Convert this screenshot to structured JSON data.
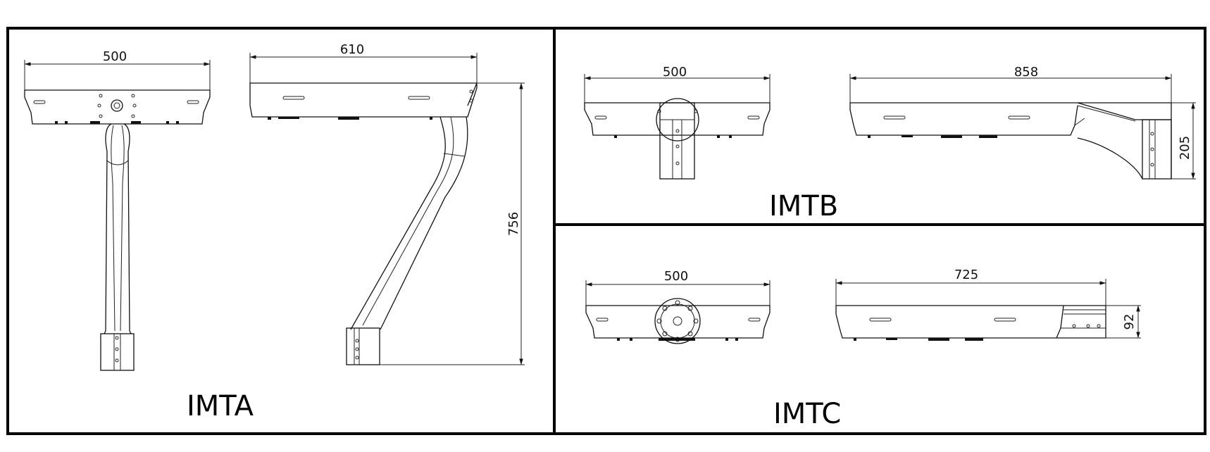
{
  "panels": {
    "imta": {
      "label": "IMTA",
      "front_width": "500",
      "side_width": "610",
      "height": "756"
    },
    "imtb": {
      "label": "IMTB",
      "front_width": "500",
      "side_width": "858",
      "height": "205"
    },
    "imtc": {
      "label": "IMTC",
      "front_width": "500",
      "side_width": "725",
      "height": "92"
    }
  }
}
